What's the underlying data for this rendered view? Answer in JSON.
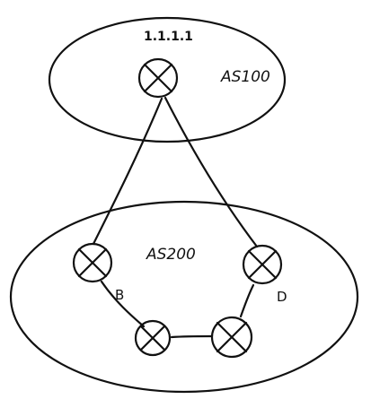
{
  "diagram": {
    "as100": {
      "label": "AS100",
      "router_ip": "1.1.1.1"
    },
    "as200": {
      "label": "AS200",
      "node_labels": {
        "b": "B",
        "d": "D"
      }
    }
  }
}
